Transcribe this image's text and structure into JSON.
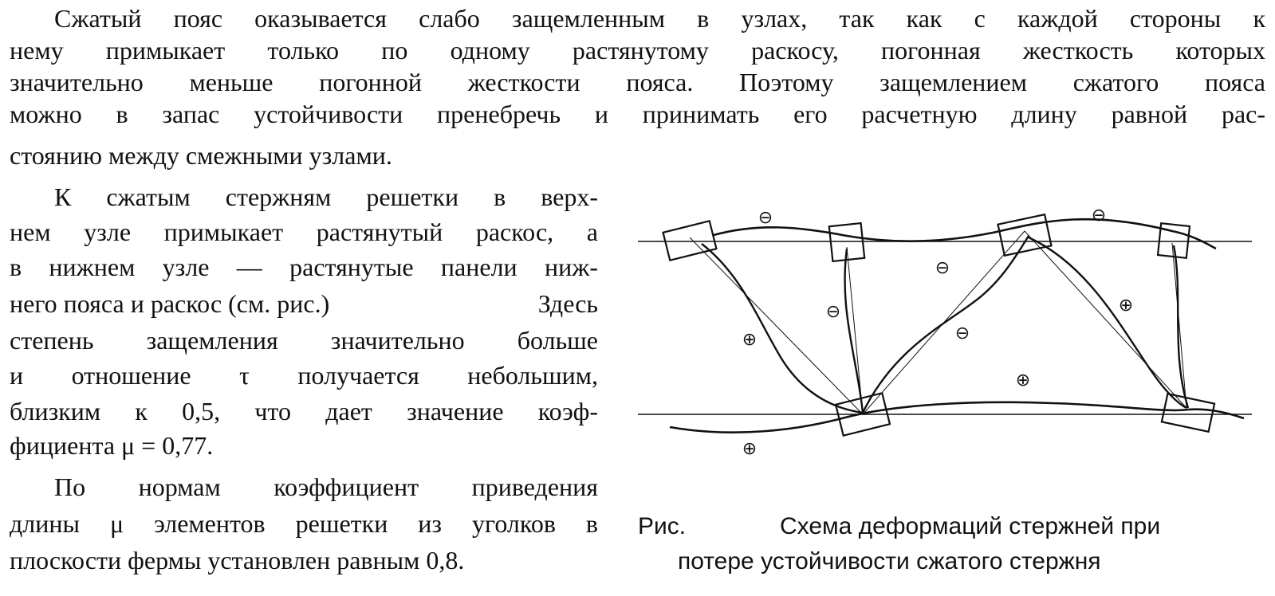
{
  "paragraphs": {
    "p1": [
      "Сжатый пояс оказывается слабо защемленным в узлах, так как с каждой стороны к",
      "нему примыкает только по одному растянутому раскосу, погонная жесткость которых",
      "значительно меньше погонной жесткости пояса. Поэтому защемлением сжатого пояса",
      "можно в запас устойчивости пренебречь и принимать его расчетную длину равной рас-",
      "стоянию между смежными узлами."
    ],
    "p2": [
      "К сжатым стержням решетки в верх-",
      "нем узле примыкает растянутый раскос, а",
      "в нижнем узле — растянутые панели ниж-",
      "него пояса и раскос (см. рис.)",
      "Здесь",
      "степень защемления значительно больше",
      "и отношение τ получается небольшим,",
      "близким к 0,5, что дает значение коэф-",
      "фициента μ = 0,77."
    ],
    "p3": [
      "По нормам коэффициент приведения",
      "длины μ элементов решетки из уголков в",
      "плоскости фермы установлен равным 0,8."
    ]
  },
  "figure": {
    "signs": {
      "minus": "⊖",
      "plus": "⊕"
    },
    "caption": {
      "label": "Рис.",
      "line1": "Схема деформаций стержней при",
      "line2": "потере устойчивости сжатого стержня"
    }
  }
}
